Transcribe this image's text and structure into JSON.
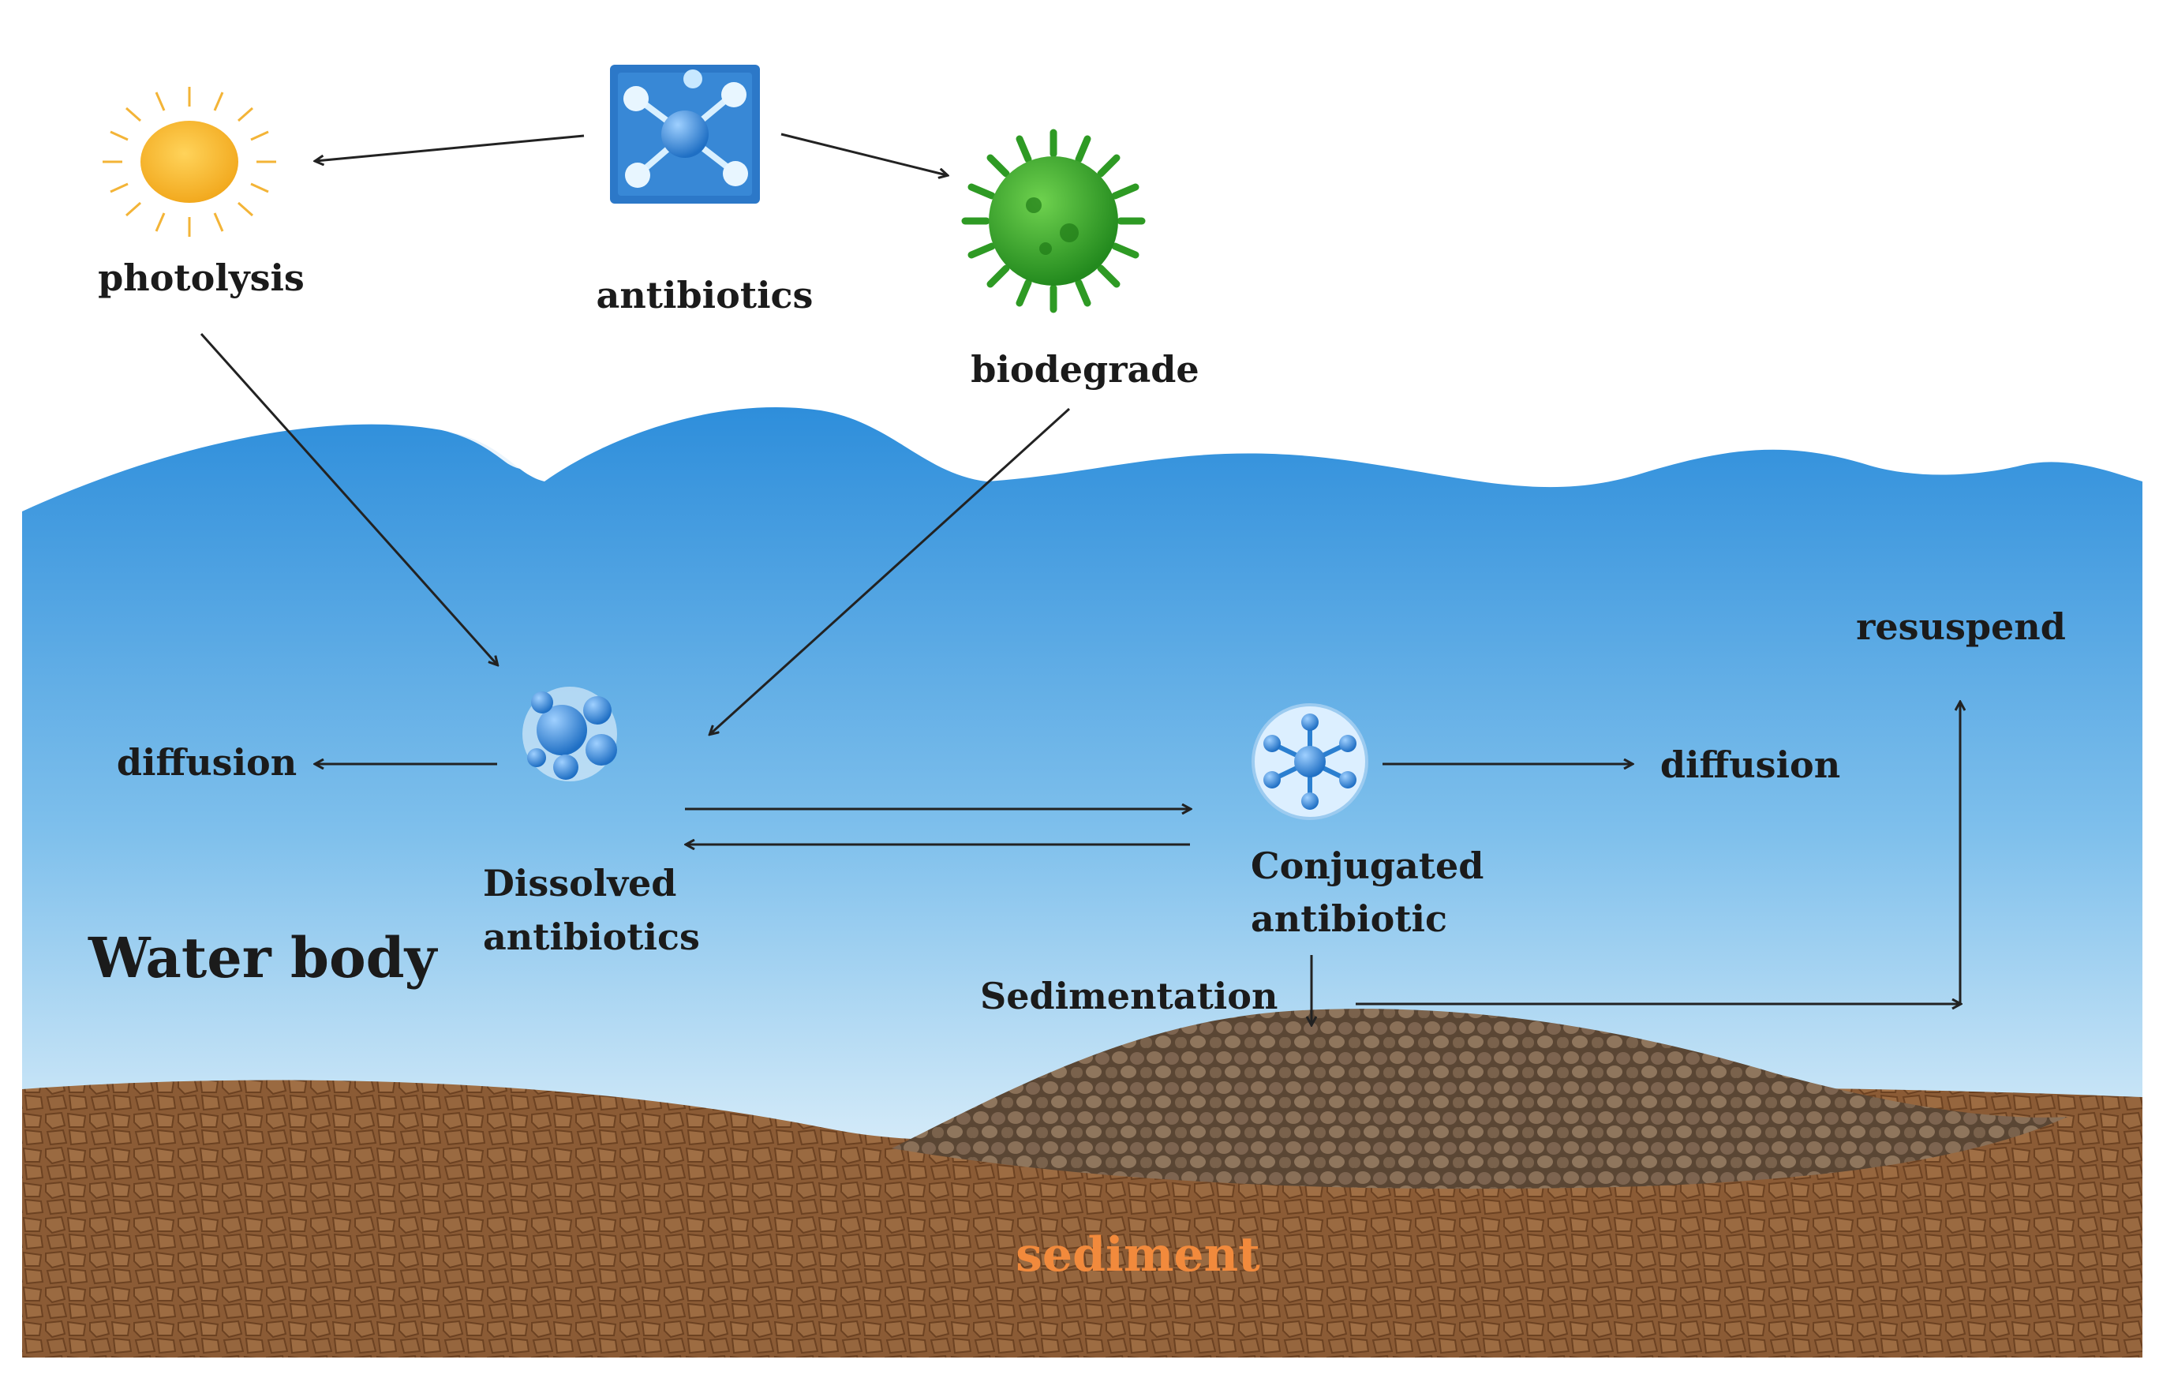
{
  "labels": {
    "photolysis": "photolysis",
    "antibiotics": "antibiotics",
    "biodegrade": "biodegrade",
    "diffusion_left": "diffusion",
    "diffusion_right": "diffusion",
    "dissolved_line1": "Dissolved",
    "dissolved_line2": "antibiotics",
    "conjugated_line1": "Conjugated",
    "conjugated_line2": "antibiotic",
    "resuspend": "resuspend",
    "sedimentation": "Sedimentation",
    "water_body": "Water body",
    "sediment": "sediment"
  },
  "colors": {
    "water_top": "#2f8fd8",
    "water_bottom": "#d9ecf8",
    "sediment_brown": "#8a5a34",
    "sediment_label": "#f28a3c",
    "sun": "#f6b52e",
    "microbe": "#3aa82c",
    "molecule": "#2b7fd0",
    "arrow": "#222222"
  },
  "icons": [
    "sun-icon",
    "antibiotic-molecule-icon",
    "microbe-icon",
    "dissolved-molecule-icon",
    "conjugated-molecule-icon"
  ]
}
